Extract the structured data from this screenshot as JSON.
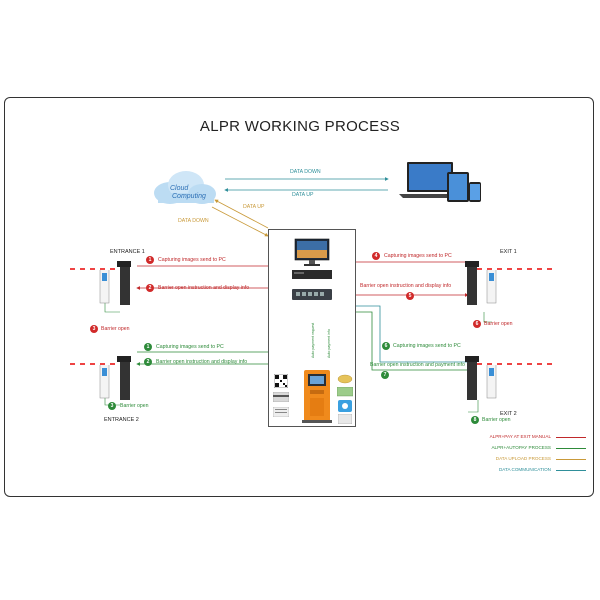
{
  "title": "ALPR WORKING PROCESS",
  "cloud": {
    "line1": "Cloud",
    "line2": "Computing"
  },
  "data_down_top": "DATA DOWN",
  "data_up_top": "DATA UP",
  "data_up_gold": "DATA UP",
  "data_down_gold": "DATA DOWN",
  "entrance1": "ENTRANCE 1",
  "entrance2": "ENTRANCE 2",
  "exit1": "EXIT 1",
  "exit2": "EXIT 2",
  "steps": {
    "s1": {
      "num": "1",
      "text": "Capturing images send to PC"
    },
    "s2": {
      "num": "2",
      "text": "Barrier open instruction and display info"
    },
    "s3": {
      "num": "3",
      "text": "Barrier open"
    },
    "s4": {
      "num": "4",
      "text": "Capturing images send to PC"
    },
    "s5": {
      "num": "5",
      "text": "Barrier open instruction and display info"
    },
    "s6": {
      "num": "6",
      "text": "Barrier open"
    },
    "g1": {
      "num": "1",
      "text": "Capturing images send to PC"
    },
    "g2": {
      "num": "2",
      "text": "Barrier open instruction and display info"
    },
    "g3": {
      "num": "3",
      "text": "Barrier open"
    },
    "g6": {
      "num": "6",
      "text": "Capturing images send to PC"
    },
    "g7": {
      "num": "7",
      "text": "Barrier open instruction and payment info"
    },
    "g8": {
      "num": "8",
      "text": "Barrier open"
    }
  },
  "kiosk_side_left": "Auto payment request",
  "kiosk_side_right": "Auto payment info",
  "legend": [
    {
      "text": "ALPR+PAY AT EXIT MANUAL",
      "color": "#c0292b"
    },
    {
      "text": "ALPR+AUTOPAY PROCESS",
      "color": "#2e8b3a"
    },
    {
      "text": "DATA UPLOAD PROCESS",
      "color": "#c99a3a"
    },
    {
      "text": "DATA COMMUNICATION",
      "color": "#2f8f9a"
    }
  ],
  "colors": {
    "red": "#c0292b",
    "green": "#2e8b3a",
    "teal": "#2f8f9a",
    "gold": "#c99a3a",
    "kiosk": "#f08a1c"
  }
}
